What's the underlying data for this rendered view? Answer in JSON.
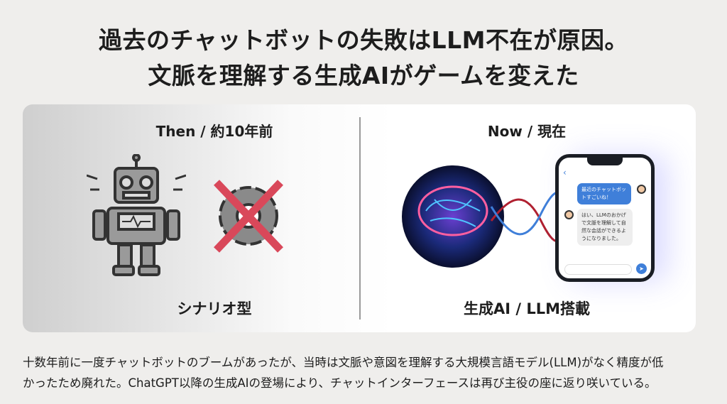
{
  "title": {
    "line1": "過去のチャットボットの失敗はLLM不在が原因。",
    "line2": "文脈を理解する生成AIがゲームを変えた"
  },
  "then": {
    "label": "Then / 約10年前",
    "caption": "シナリオ型"
  },
  "now": {
    "label": "Now / 現在",
    "caption": "生成AI / LLM搭載",
    "chat": {
      "user_message": "最近のチャットボットすごいね！",
      "bot_message": "はい、LLMのおかげで文脈を理解して自然な会話ができるようになりました。",
      "back": "‹",
      "send": "➤"
    }
  },
  "description": {
    "line1": "十数年前に一度チャットボットのブームがあったが、当時は文脈や意図を理解する大規模言語モデル(LLM)がなく精度が低",
    "line2": "かったため廃れた。ChatGPT以降の生成AIの登場により、チャットインターフェースは再び主役の座に返り咲いている。"
  }
}
